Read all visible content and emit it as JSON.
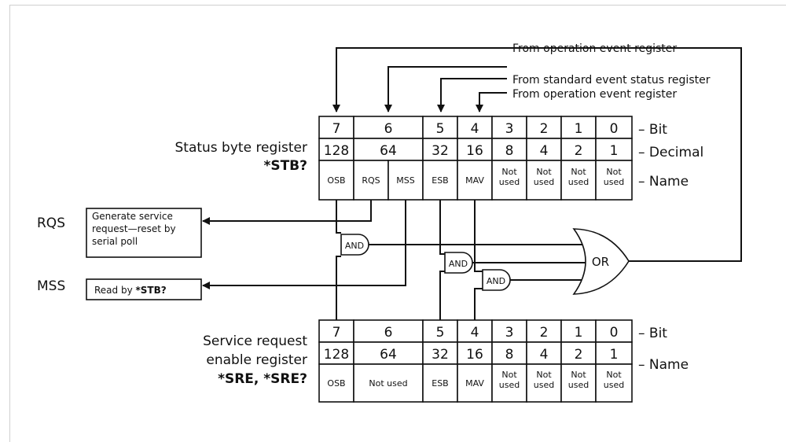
{
  "sources": {
    "operation_event_top": "From operation event register",
    "standard_event": "From standard event status register",
    "operation_event_mid": "From operation event register"
  },
  "status_byte": {
    "title": "Status byte register",
    "command": "*STB?",
    "bits": [
      "7",
      "6",
      "5",
      "4",
      "3",
      "2",
      "1",
      "0"
    ],
    "decimals": [
      "128",
      "64",
      "32",
      "16",
      "8",
      "4",
      "2",
      "1"
    ],
    "names": [
      "OSB",
      "RQS",
      "MSS",
      "ESB",
      "MAV",
      "Not used",
      "Not used",
      "Not used",
      "Not used"
    ],
    "row_labels": [
      "– Bit",
      "– Decimal",
      "– Name"
    ]
  },
  "rqs": {
    "label": "RQS",
    "box": "Generate service request—reset by serial poll"
  },
  "mss": {
    "label": "MSS",
    "box_prefix": "Read by ",
    "box_cmd": "*STB?"
  },
  "gates": {
    "and": "AND",
    "or": "OR"
  },
  "sre": {
    "title_line1": "Service request",
    "title_line2": "enable register",
    "command": "*SRE, *SRE?",
    "bits": [
      "7",
      "6",
      "5",
      "4",
      "3",
      "2",
      "1",
      "0"
    ],
    "decimals": [
      "128",
      "64",
      "32",
      "16",
      "8",
      "4",
      "2",
      "1"
    ],
    "names": [
      "OSB",
      "Not used",
      "ESB",
      "MAV",
      "Not used",
      "Not used",
      "Not used",
      "Not used"
    ],
    "row_labels": [
      "– Bit",
      "– Name"
    ]
  }
}
